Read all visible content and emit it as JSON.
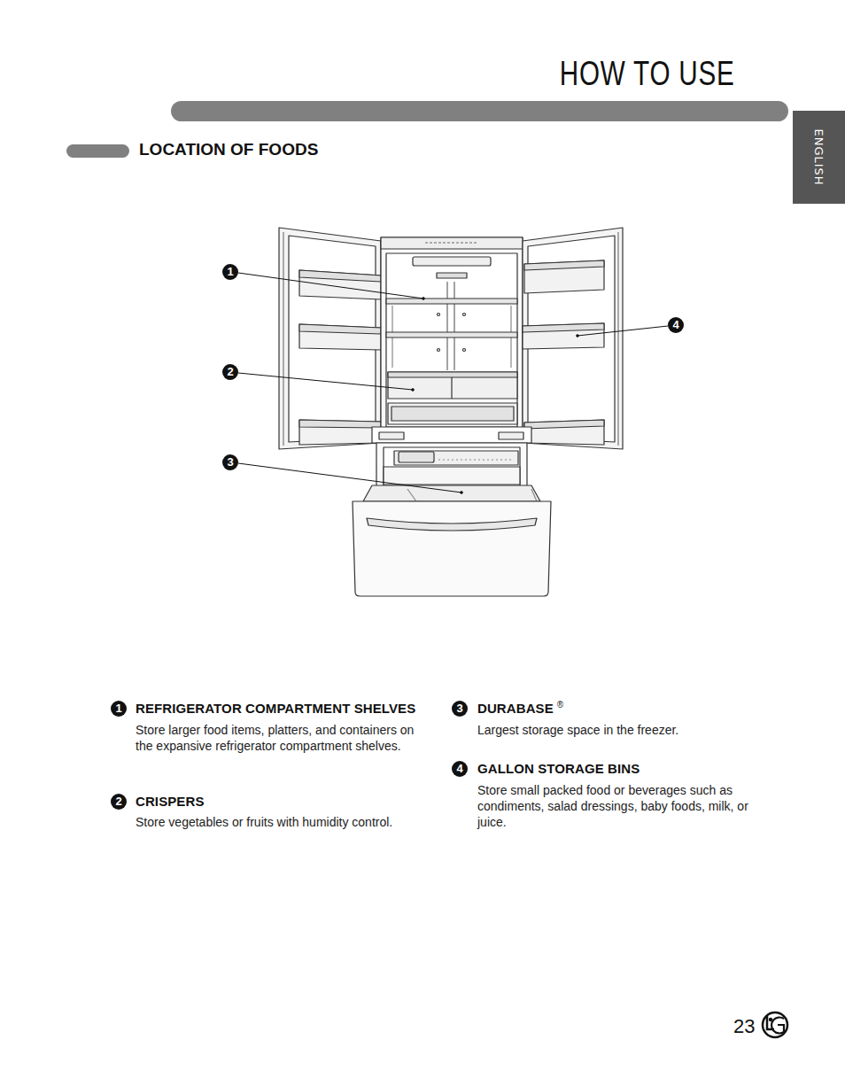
{
  "diagram": {
    "title": "HOW TO USE",
    "nodes": [
      {
        "text": [
          "ENGLISH"
        ]
      },
      {
        "text": [
          "1"
        ]
      },
      {
        "text": [
          "4"
        ]
      },
      {
        "text": [
          "2"
        ]
      },
      {
        "text": [
          "3"
        ]
      },
      {
        "text": [
          "1"
        ]
      },
      {
        "text": [
          "2"
        ]
      },
      {
        "text": [
          "3"
        ]
      },
      {
        "text": [
          "4"
        ]
      }
    ],
    "labels": [
      "LOCATION OF FOODS",
      "REFRIGERATOR COMPARTMENT SHELVES",
      "Store larger food items, platters, and containers on the expansive refrigerator compartment shelves.",
      "CRISPERS",
      "Store vegetables or fruits with humidity control.",
      "DURABASE",
      "®",
      "Largest storage space in the freezer.",
      "GALLON STORAGE BINS",
      "Store small packed food or beverages such as condiments, salad dressings, baby foods, milk, or juice.",
      "23"
    ]
  }
}
